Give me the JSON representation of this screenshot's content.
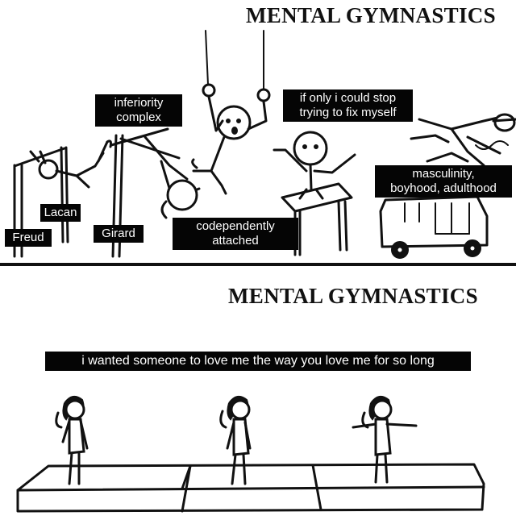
{
  "top_panel": {
    "title": "MENTAL GYMNASTICS",
    "labels": {
      "freud": "Freud",
      "lacan": "Lacan",
      "girard": "Girard",
      "inferiority": "inferiority\ncomplex",
      "codependent": "codependently\nattached",
      "fix_myself": "if only i could stop\ntrying to fix myself",
      "masculinity": "masculinity,\nboyhood, adulthood"
    }
  },
  "bottom_panel": {
    "title": "MENTAL GYMNASTICS",
    "caption": "i wanted someone to love me the way you love me for so long"
  },
  "icons": [
    "stick-figure-gymnast",
    "pommel-horse",
    "rings",
    "high-bar",
    "balance-mat",
    "van"
  ]
}
